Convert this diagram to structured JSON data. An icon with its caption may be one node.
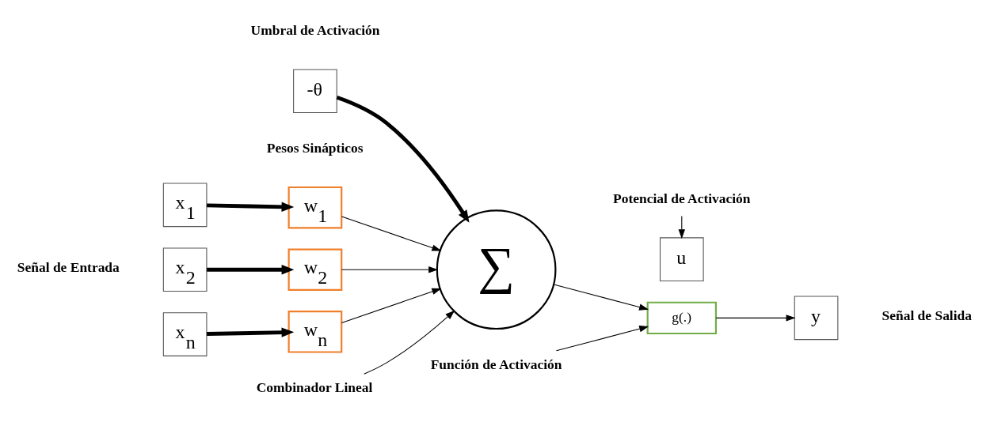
{
  "diagram": {
    "nodes": [
      {
        "text": [
          "x$_{1}$"
        ]
      },
      {
        "text": [
          "x$_{2}$"
        ]
      },
      {
        "text": [
          "x$_{n}$"
        ]
      },
      {
        "text": [
          "w$_{1}$"
        ]
      },
      {
        "text": [
          "w$_{2}$"
        ]
      },
      {
        "text": [
          "w$_{n}$"
        ]
      },
      {
        "text": [
          "-θ"
        ]
      },
      {
        "text": [
          "∑"
        ]
      },
      {
        "text": [
          "u"
        ]
      },
      {
        "text": [
          "g(.)"
        ]
      },
      {
        "text": [
          "y"
        ]
      },
      {
        "text": [
          "Potencial de Activación"
        ]
      },
      {
        "text": [
          "Función de Activación"
        ]
      },
      {
        "text": [
          "Combinador Lineal"
        ]
      }
    ],
    "edges": [
      {
        "from": 0,
        "to": 3,
        "arrow": "to",
        "style": "thick"
      },
      {
        "from": 1,
        "to": 4,
        "arrow": "to",
        "style": "thick"
      },
      {
        "from": 2,
        "to": 5,
        "arrow": "to",
        "style": "thick"
      },
      {
        "from": 3,
        "to": 7,
        "arrow": "to"
      },
      {
        "from": 4,
        "to": 7,
        "arrow": "to"
      },
      {
        "from": 5,
        "to": 7,
        "arrow": "to"
      },
      {
        "from": 6,
        "to": 7,
        "arrow": "to",
        "style": "thick"
      },
      {
        "from": 7,
        "to": 9,
        "arrow": "to"
      },
      {
        "from": 9,
        "to": 10,
        "arrow": "to"
      },
      {
        "from": 11,
        "to": 8,
        "arrow": "to"
      },
      {
        "from": 12,
        "to": 9,
        "arrow": "to"
      },
      {
        "from": 13,
        "to": 7,
        "arrow": "to"
      }
    ],
    "labels": [
      "Umbral de Activación",
      "Pesos Sinápticos",
      "Señal de Entrada",
      "Señal de Salida"
    ]
  }
}
